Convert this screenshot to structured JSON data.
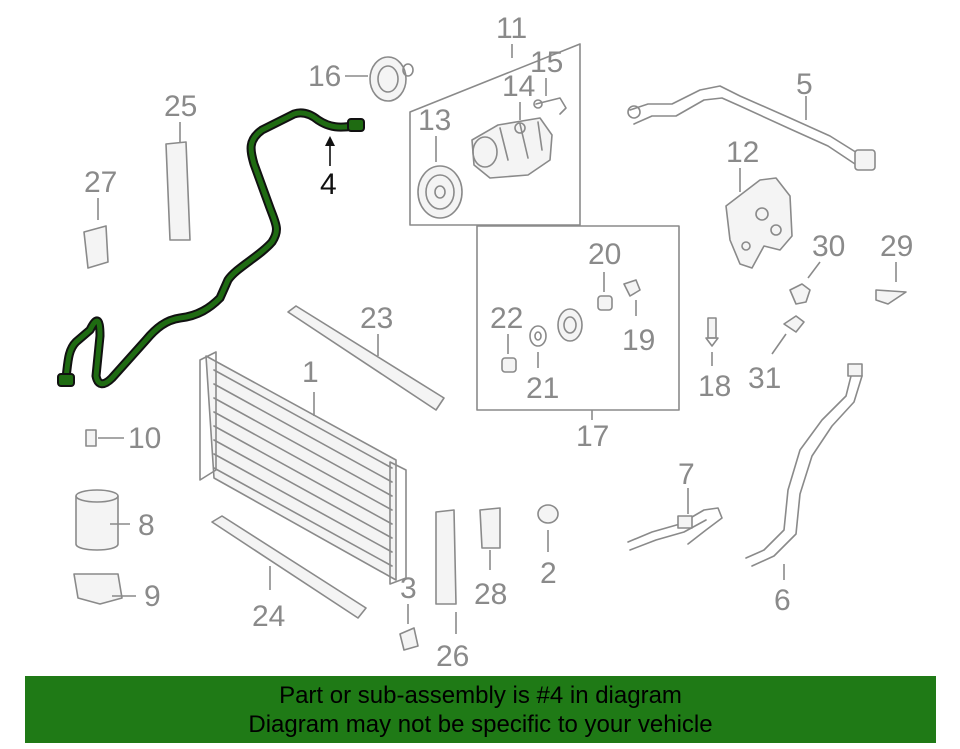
{
  "diagram": {
    "highlighted_part": "4",
    "callouts": [
      "1",
      "2",
      "3",
      "4",
      "5",
      "6",
      "7",
      "8",
      "9",
      "10",
      "11",
      "12",
      "13",
      "14",
      "15",
      "16",
      "17",
      "18",
      "19",
      "20",
      "21",
      "22",
      "23",
      "24",
      "25",
      "26",
      "27",
      "28",
      "29",
      "30",
      "31"
    ],
    "highlight_color": "#1f6b12",
    "part_color": "#8a8a8a"
  },
  "banner": {
    "line1": "Part or sub-assembly is #4 in diagram",
    "line2": "Diagram may not be specific to your vehicle",
    "background": "#1f7a16"
  }
}
